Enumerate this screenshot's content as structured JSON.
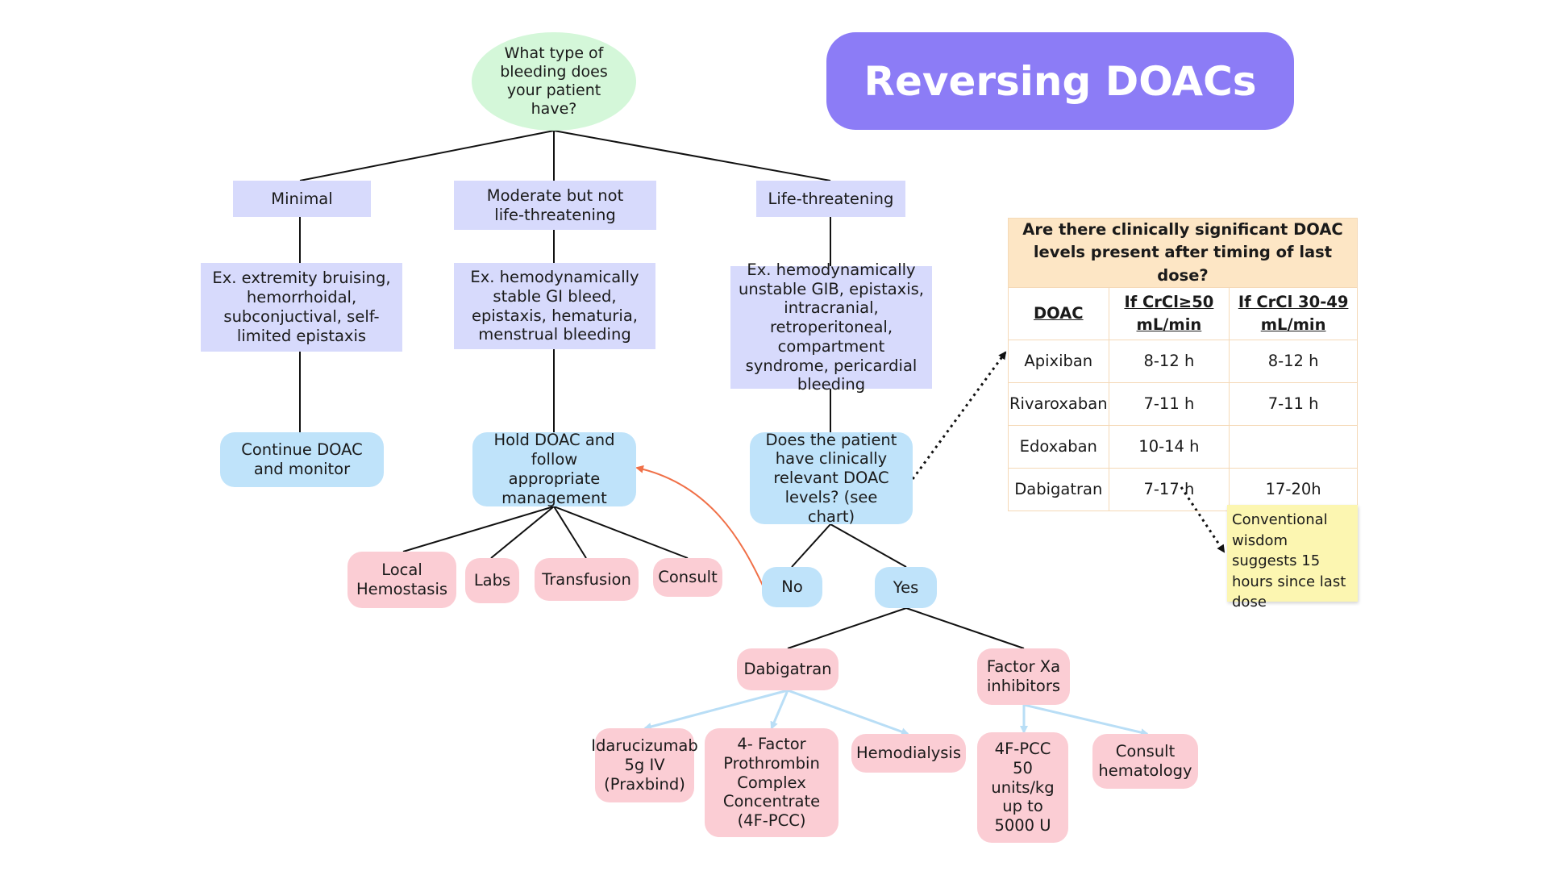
{
  "title": "Reversing DOACs",
  "root_question": "What type of bleeding does your patient have?",
  "categories": {
    "minimal": "Minimal",
    "moderate": "Moderate but not life-threatening",
    "life": "Life-threatening"
  },
  "examples": {
    "minimal": "Ex. extremity bruising, hemorrhoidal, subconjuctival, self-limited epistaxis",
    "moderate": "Ex. hemodynamically stable GI bleed, epistaxis, hematuria, menstrual bleeding",
    "life": "Ex. hemodynamically unstable GIB, epistaxis, intracranial, retroperitoneal, compartment syndrome, pericardial bleeding"
  },
  "actions": {
    "continue": "Continue DOAC and monitor",
    "hold": "Hold DOAC and follow appropriate management",
    "question": "Does the patient have clinically relevant DOAC levels? (see chart)"
  },
  "management": [
    "Local Hemostasis",
    "Labs",
    "Transfusion",
    "Consult"
  ],
  "answers": {
    "no": "No",
    "yes": "Yes"
  },
  "agents": {
    "dabigatran": "Dabigatran",
    "xa": "Factor Xa inhibitors"
  },
  "dabigatran_options": [
    "Idarucizumab 5g IV (Praxbind)",
    "4- Factor Prothrombin Complex Concentrate (4F-PCC)",
    "Hemodialysis"
  ],
  "xa_options": [
    "4F-PCC 50 units/kg up to 5000 U",
    "Consult hematology"
  ],
  "table": {
    "question": "Are there clinically significant DOAC levels present after timing of last dose?",
    "columns": [
      "DOAC",
      "If CrCl≥50 mL/min",
      "If CrCl 30-49 mL/min"
    ],
    "rows": [
      [
        "Apixiban",
        "8-12 h",
        "8-12 h"
      ],
      [
        "Rivaroxaban",
        "7-11 h",
        "7-11 h"
      ],
      [
        "Edoxaban",
        "10-14 h",
        ""
      ],
      [
        "Dabigatran",
        "7-17 h",
        "17-20h"
      ]
    ]
  },
  "note": "Conventional wisdom suggests 15 hours since last dose",
  "colors": {
    "title_bg": "#8c7cf6",
    "question_bg": "#d4f7d9",
    "category_bg": "#d7dafc",
    "action_bg": "#bfe3fa",
    "option_bg": "#fbcdd4",
    "table_header_bg": "#fde6c5",
    "note_bg": "#fcf6b1",
    "arrow_orange": "#f07048",
    "arrow_lightblue": "#b9def6"
  }
}
